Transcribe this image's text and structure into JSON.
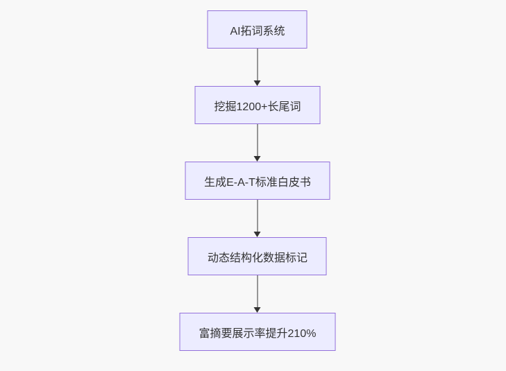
{
  "diagram": {
    "type": "flowchart",
    "direction": "top-down",
    "nodes": [
      {
        "id": "node-1",
        "label": "AI拓词系统"
      },
      {
        "id": "node-2",
        "label": "挖掘1200+长尾词"
      },
      {
        "id": "node-3",
        "label": "生成E-A-T标准白皮书"
      },
      {
        "id": "node-4",
        "label": "动态结构化数据标记"
      },
      {
        "id": "node-5",
        "label": "富摘要展示率提升210%"
      }
    ],
    "edges": [
      {
        "from": "node-1",
        "to": "node-2"
      },
      {
        "from": "node-2",
        "to": "node-3"
      },
      {
        "from": "node-3",
        "to": "node-4"
      },
      {
        "from": "node-4",
        "to": "node-5"
      }
    ],
    "colors": {
      "node_fill": "#ECECFF",
      "node_border": "#9370DB",
      "edge": "#333333",
      "text": "#333333",
      "background": "#F8F8F8"
    }
  }
}
